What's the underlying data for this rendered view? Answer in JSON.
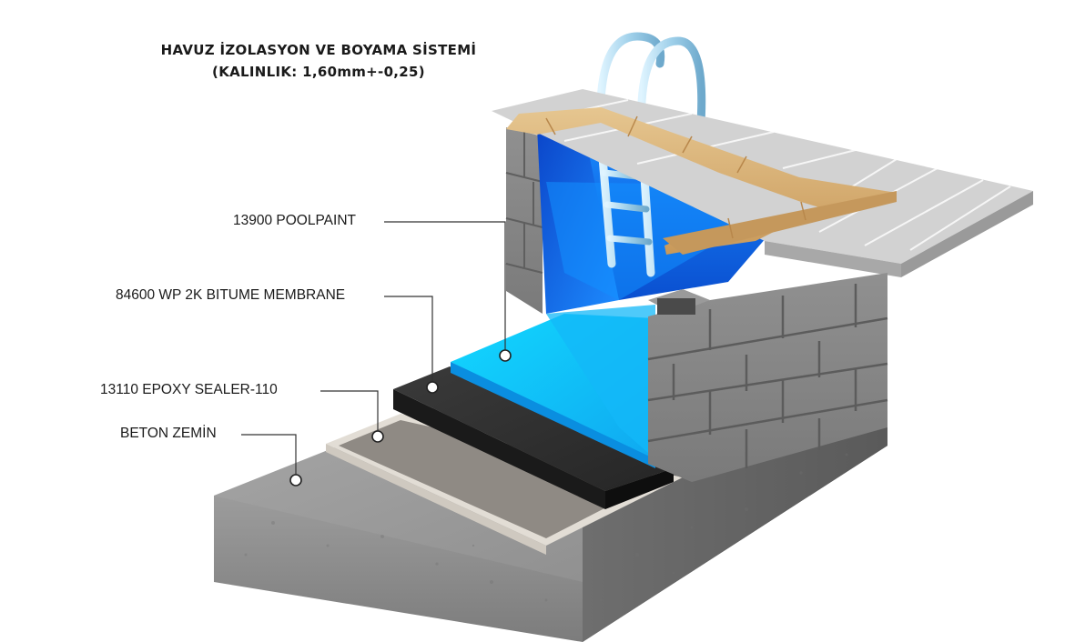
{
  "title": {
    "line1": "HAVUZ İZOLASYON VE BOYAMA SİSTEMİ",
    "line2": "(KALINLIK: 1,60mm+-0,25)"
  },
  "layers": [
    {
      "label": "13900 POOLPAINT",
      "color": "#12c8f5"
    },
    {
      "label": "84600 WP 2K BITUME MEMBRANE",
      "color": "#1e1e1e"
    },
    {
      "label": "13110 EPOXY SEALER-110",
      "color": "#d9d4cc"
    },
    {
      "label": "BETON ZEMİN",
      "color": "#9a9a9a"
    }
  ],
  "colors": {
    "water_dark": "#0a56d8",
    "water_light": "#14c6ff",
    "brick": "#8a8a8a",
    "coping": "#d8b27a",
    "deck_tile": "#c8c8c8",
    "ladder": "#9fd0ea"
  }
}
